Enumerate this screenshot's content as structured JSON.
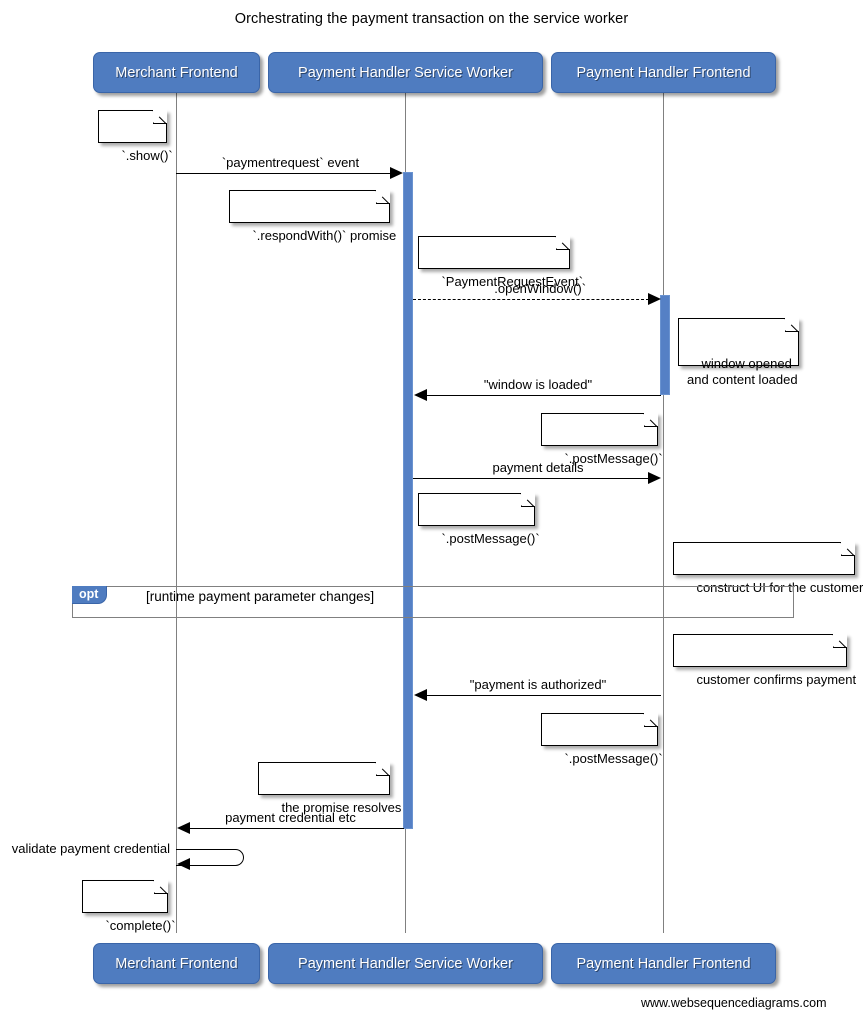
{
  "diagram": {
    "title": "Orchestrating the payment transaction on the service worker",
    "footer": "www.websequencediagrams.com",
    "colors": {
      "actor_fill": "#4f7cc0",
      "activation_fill": "#5580c5",
      "lifeline": "#808080",
      "fragment_border": "#808080",
      "text": "#000000"
    }
  },
  "actors": [
    {
      "id": "merchant",
      "label": "Merchant Frontend"
    },
    {
      "id": "sw",
      "label": "Payment Handler Service Worker"
    },
    {
      "id": "phf",
      "label": "Payment Handler Frontend"
    }
  ],
  "actors_bottom": [
    {
      "id": "merchant",
      "label": "Merchant Frontend"
    },
    {
      "id": "sw",
      "label": "Payment Handler Service Worker"
    },
    {
      "id": "phf",
      "label": "Payment Handler Frontend"
    }
  ],
  "messages": [
    {
      "id": "m1",
      "label": "`paymentrequest` event",
      "from": "merchant",
      "to": "sw",
      "style": "solid",
      "direction": "right"
    },
    {
      "id": "m2",
      "label": "`.openWindow()`",
      "from": "sw",
      "to": "phf",
      "style": "dashed",
      "direction": "right"
    },
    {
      "id": "m3",
      "label": "\"window is loaded\"",
      "from": "phf",
      "to": "sw",
      "style": "solid",
      "direction": "left"
    },
    {
      "id": "m4",
      "label": "payment details",
      "from": "sw",
      "to": "phf",
      "style": "solid",
      "direction": "right"
    },
    {
      "id": "m5",
      "label": "\"payment is authorized\"",
      "from": "phf",
      "to": "sw",
      "style": "solid",
      "direction": "left"
    },
    {
      "id": "m6",
      "label": "payment credential etc",
      "from": "sw",
      "to": "merchant",
      "style": "solid",
      "direction": "left"
    },
    {
      "id": "m7",
      "label": "validate payment credential",
      "from": "merchant",
      "to": "merchant",
      "style": "self",
      "direction": "left"
    }
  ],
  "notes": [
    {
      "id": "n1",
      "text": "`.show()`"
    },
    {
      "id": "n2",
      "text": "`.respondWith()` promise"
    },
    {
      "id": "n3",
      "text": "`PaymentRequestEvent`"
    },
    {
      "id": "n4",
      "text": "window opened\nand content loaded"
    },
    {
      "id": "n5",
      "text": "`.postMessage()`"
    },
    {
      "id": "n6",
      "text": "`.postMessage()`"
    },
    {
      "id": "n7",
      "text": "construct UI for the customer"
    },
    {
      "id": "n8",
      "text": "customer confirms payment"
    },
    {
      "id": "n9",
      "text": "`.postMessage()`"
    },
    {
      "id": "n10",
      "text": "the promise resolves"
    },
    {
      "id": "n11",
      "text": "`complete()`"
    }
  ],
  "fragment": {
    "kind": "opt",
    "condition": "[runtime payment parameter changes]"
  }
}
